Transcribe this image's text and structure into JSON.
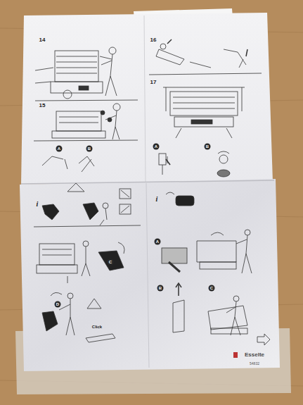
{
  "diagram": {
    "labels": [
      "14",
      "15",
      "A",
      "B",
      "16",
      "17",
      "A",
      "B",
      "i",
      "C",
      "D",
      "Click",
      "i",
      "A",
      "B",
      "C",
      "Esselte",
      "54832"
    ]
  }
}
